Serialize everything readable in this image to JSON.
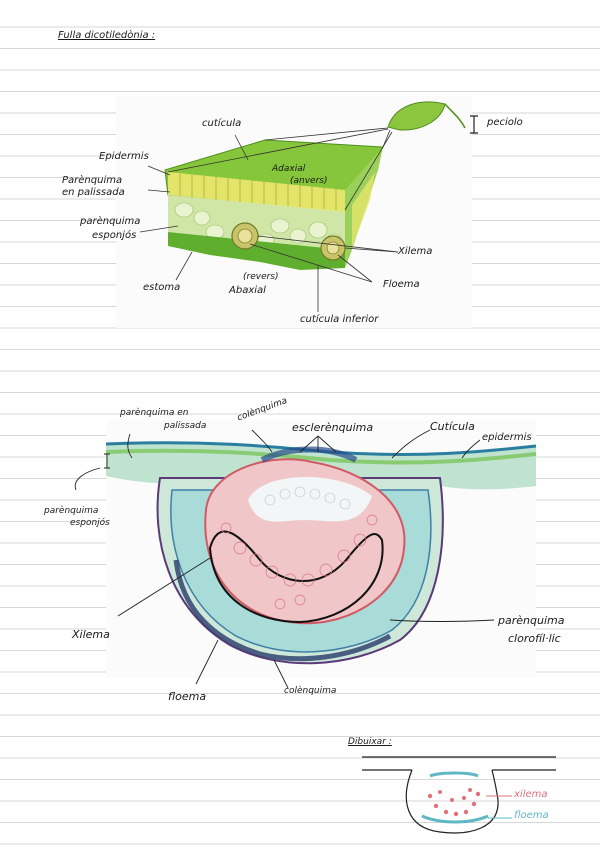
{
  "page": {
    "title": "Fulla dicotiledònia :"
  },
  "figure1": {
    "labels": {
      "cuticula": "cutícula",
      "peciolo": "peciolo",
      "epidermis": "Epidermis",
      "palissada_1": "Parènquima",
      "palissada_2": "en palissada",
      "esponjos_1": "parènquima",
      "esponjos_2": "esponjós",
      "adaxial_1": "Adaxial",
      "adaxial_2": "(anvers)",
      "xilema": "Xilema",
      "floema": "Floema",
      "estoma": "estoma",
      "abaxial_1": "(revers)",
      "abaxial_2": "Abaxial",
      "cuticula_inferior": "cutícula inferior"
    }
  },
  "figure2": {
    "labels": {
      "palissada_1": "parènquima en",
      "palissada_2": "palissada",
      "colenquima_top": "colènquima",
      "esclerenquima": "esclerènquima",
      "cuticula": "Cutícula",
      "epidermis": "epidermis",
      "esponjos_1": "parènquima",
      "esponjos_2": "esponjós",
      "xilema": "Xilema",
      "clorofilic_1": "parènquima",
      "clorofilic_2": "clorofíl·lic",
      "floema": "floema",
      "colenquima_bottom": "colènquima"
    }
  },
  "drawing": {
    "heading": "Dibuixar :",
    "xilema": "xilema",
    "floema": "floema"
  },
  "colors": {
    "leaf_green": "#7cc23a",
    "palisade": "#d8e36a",
    "xylem": "#e0707a",
    "phloem": "#5fb7c4",
    "ruling": "#d7d7d7"
  }
}
